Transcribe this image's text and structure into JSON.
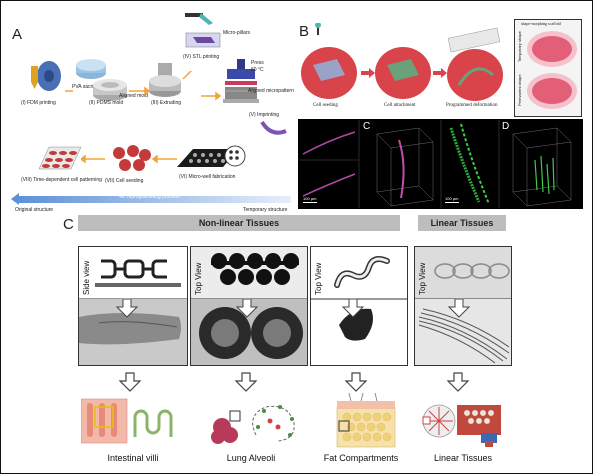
{
  "panels": {
    "a": {
      "letter": "A",
      "steps": {
        "fdm": "(I) FDM printing",
        "pdms": "(II) PDMS mold",
        "extruding": "(III) Extruding",
        "stl": "(IV) STL printing",
        "imprinting": "(V) Imprinting",
        "microwell": "(VI) Micro-well fabrication",
        "seeding": "(VII) Cell seeding",
        "timedep": "(VIII) Time-dependent cell patterning"
      },
      "sublabels": {
        "pva": "PVA sacrificial template",
        "aligned_mold": "Aligned mold",
        "micropillars": "Micro-pillars",
        "press": "Press",
        "temp": "60 °C",
        "aligned_micropattern": "Aligned micropattern"
      },
      "arrow": {
        "label": "4D reprogramming process",
        "left": "Original structure",
        "right": "Temporary structure"
      }
    },
    "b": {
      "letter": "B",
      "steps": [
        "Cell seeding",
        "Cell attachment",
        "Programmed deformation"
      ],
      "inset_title": "shape-morphing scaffold",
      "inset_rows": [
        "Temporary shape",
        "Permanent shape"
      ],
      "c_letter": "C",
      "d_letter": "D",
      "scale_c": "100 µm",
      "scale_d": "100 µm"
    },
    "c": {
      "letter": "C",
      "nonlinear_title": "Non-linear Tissues",
      "linear_title": "Linear Tissues",
      "view_labels": [
        "Side view",
        "Top View",
        "Top View",
        "Top View"
      ],
      "tissues": [
        "Intestinal villi",
        "Lung Alveoli",
        "Fat Compartments",
        "Linear Tissues"
      ]
    }
  },
  "colors": {
    "header_bar": "#bdbdbd",
    "scaffold_red": "#d9434a",
    "arrow_orange": "#f2a33a",
    "process_blue": "#5a8fd6"
  }
}
